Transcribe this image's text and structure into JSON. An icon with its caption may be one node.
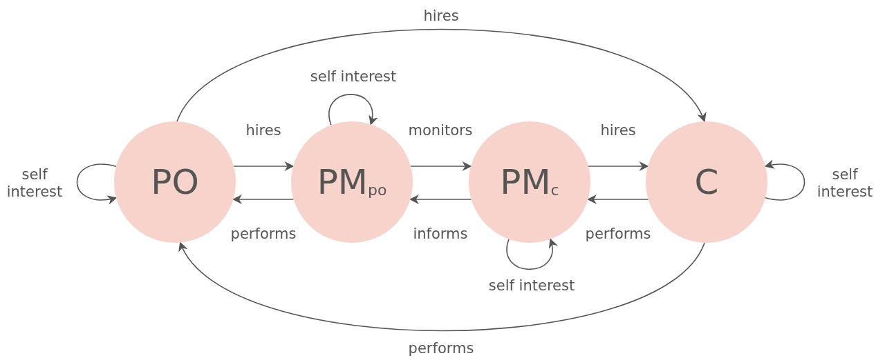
{
  "diagram": {
    "nodes": [
      {
        "text": [
          "PO"
        ]
      },
      {
        "text": [
          "PM$_{po}$"
        ]
      },
      {
        "text": [
          "PM$_{c}$"
        ]
      },
      {
        "text": [
          "C"
        ]
      }
    ],
    "edges": [
      {
        "from": 0,
        "to": 1,
        "arrow": "to",
        "label": "hires"
      },
      {
        "from": 1,
        "to": 0,
        "arrow": "to",
        "label": "performs"
      },
      {
        "from": 1,
        "to": 2,
        "arrow": "to",
        "label": "monitors"
      },
      {
        "from": 2,
        "to": 1,
        "arrow": "to",
        "label": "informs"
      },
      {
        "from": 2,
        "to": 3,
        "arrow": "to",
        "label": "hires"
      },
      {
        "from": 3,
        "to": 2,
        "arrow": "to",
        "label": "performs"
      },
      {
        "from": 0,
        "to": 3,
        "arrow": "to",
        "label": "hires"
      },
      {
        "from": 3,
        "to": 0,
        "arrow": "to",
        "label": "performs"
      },
      {
        "from": 0,
        "to": 0,
        "arrow": "to",
        "label": "self interest"
      },
      {
        "from": 1,
        "to": 1,
        "arrow": "to",
        "label": "self interest"
      },
      {
        "from": 2,
        "to": 2,
        "arrow": "to",
        "label": "self interest"
      },
      {
        "from": 3,
        "to": 3,
        "arrow": "to",
        "label": "self interest"
      }
    ]
  }
}
